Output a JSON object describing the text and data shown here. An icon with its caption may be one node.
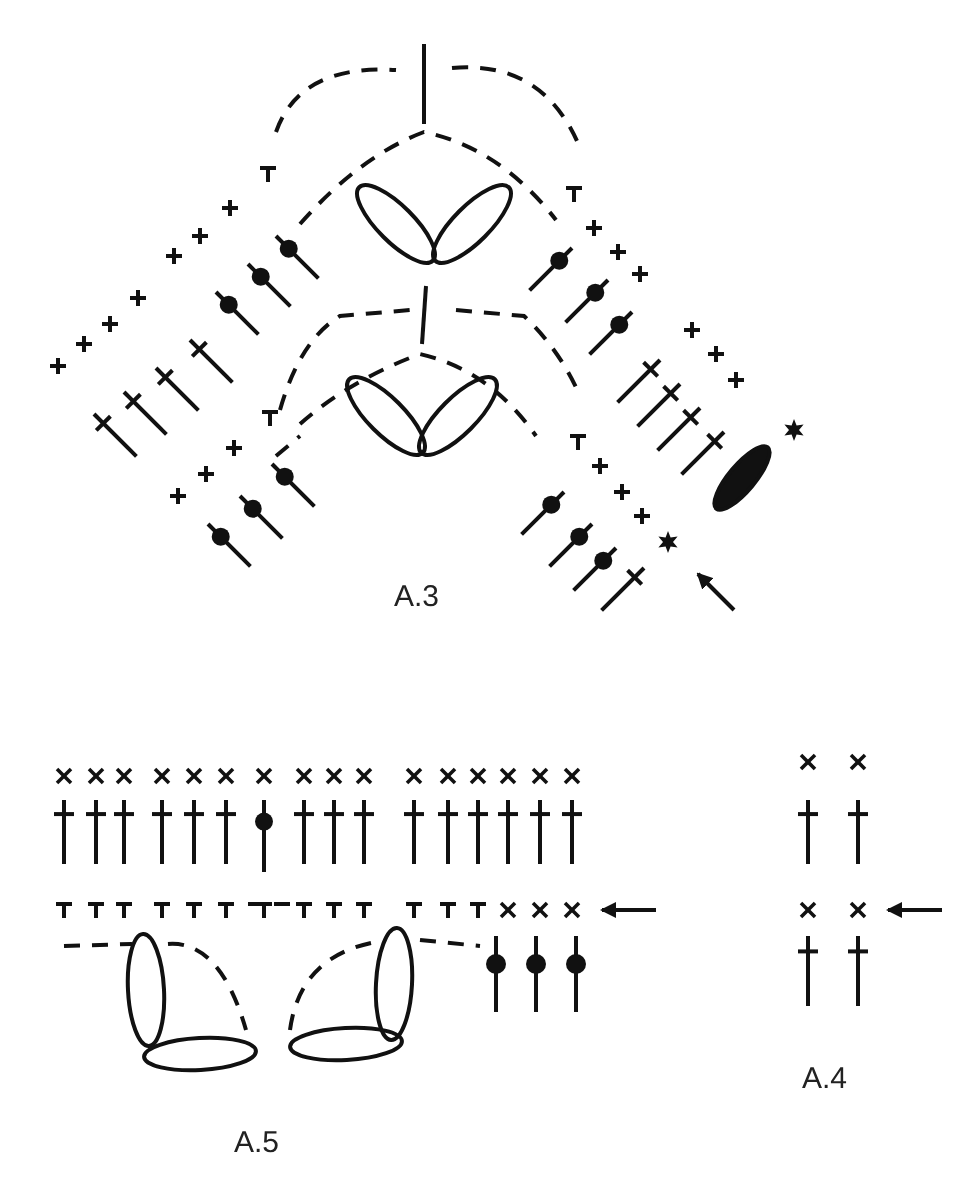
{
  "diagram": {
    "labels": [
      "A.3",
      "A.5",
      "A.4"
    ]
  }
}
